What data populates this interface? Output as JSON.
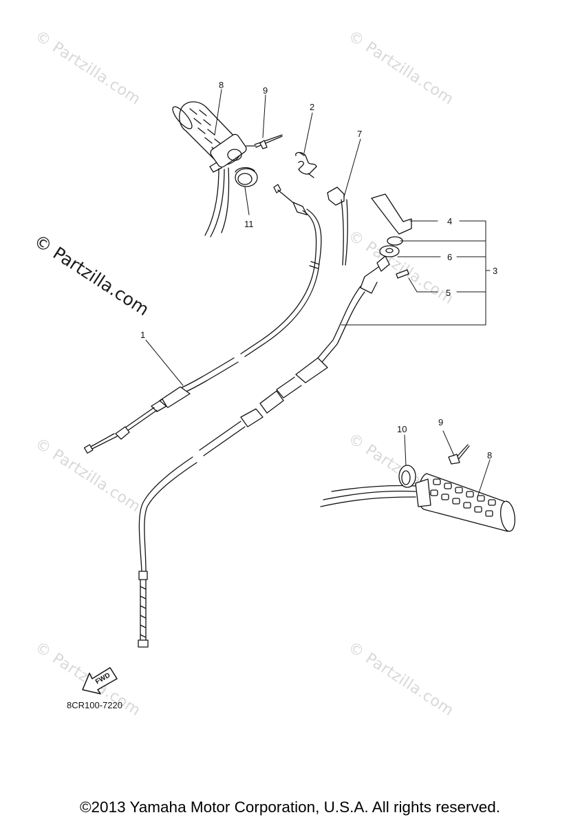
{
  "watermark": "© Partzilla.com",
  "callouts": {
    "c1": "1",
    "c2": "2",
    "c3": "3",
    "c4": "4",
    "c5": "5",
    "c6": "6",
    "c7": "7",
    "c8a": "8",
    "c8b": "8",
    "c9a": "9",
    "c9b": "9",
    "c10": "10",
    "c11": "11"
  },
  "fwd_label": "FWD",
  "diagram_code": "8CR100-7220",
  "copyright": "©2013 Yamaha Motor Corporation, U.S.A. All rights reserved."
}
